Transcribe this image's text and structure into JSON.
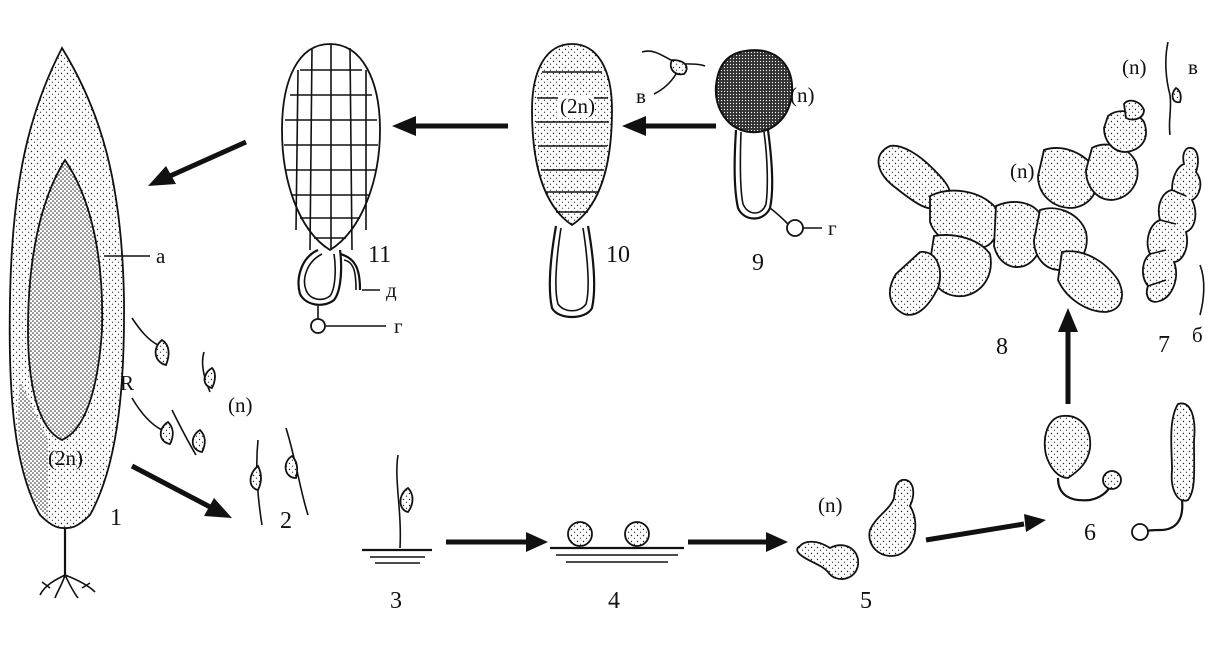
{
  "stage_numbers": [
    "1",
    "2",
    "3",
    "4",
    "5",
    "6",
    "7",
    "8",
    "9",
    "10",
    "11"
  ],
  "ploidy": {
    "haploid": "(n)",
    "diploid": "(2n)"
  },
  "part_labels": {
    "a": "а",
    "b": "б",
    "v": "в",
    "g": "г",
    "d": "д",
    "R": "R"
  }
}
